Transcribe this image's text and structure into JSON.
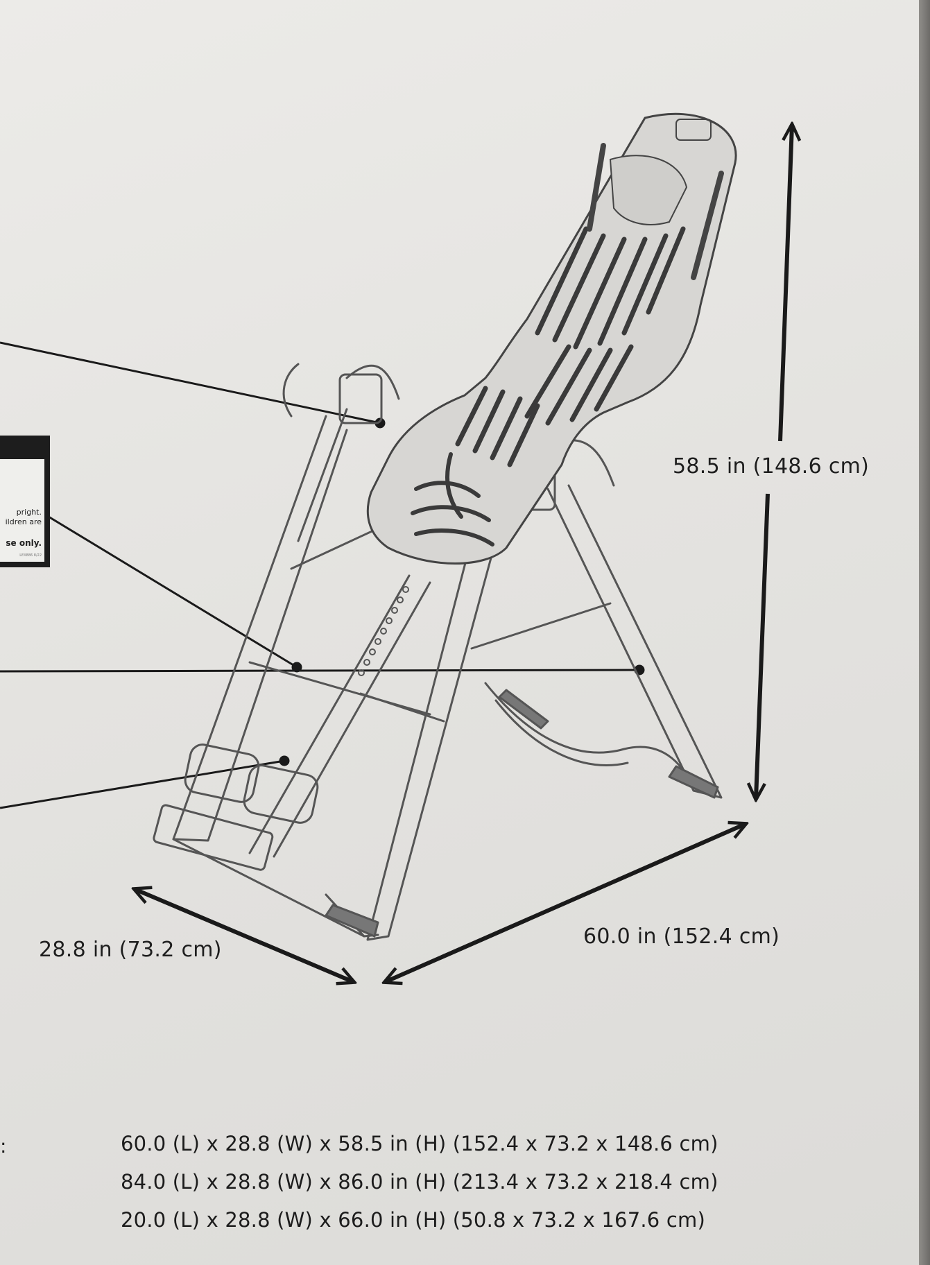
{
  "dimensions": {
    "height_label": "58.5 in (148.6 cm)",
    "width_label": "28.8 in (73.2 cm)",
    "length_label": "60.0 in (152.4 cm)"
  },
  "warning_label": {
    "line1": "pright.",
    "line2": "ildren are",
    "line3": "se only.",
    "line4": "LEX886 8/22"
  },
  "specs": {
    "colon": ":",
    "rows": [
      "60.0 (L) x 28.8 (W) x 58.5 in (H) (152.4 x 73.2 x 148.6 cm)",
      "84.0 (L) x 28.8 (W) x 86.0 in (H) (213.4 x 73.2 x 218.4 cm)",
      "20.0 (L) x 28.8 (W) x 66.0 in (H) (50.8 x 73.2 x 167.6 cm)"
    ]
  },
  "colors": {
    "line": "#1a1a1a",
    "frame": "#555555",
    "table_fill": "#d7d6d3"
  },
  "icons": [
    "arrow-up-icon",
    "arrow-down-icon",
    "double-arrow-icon"
  ]
}
